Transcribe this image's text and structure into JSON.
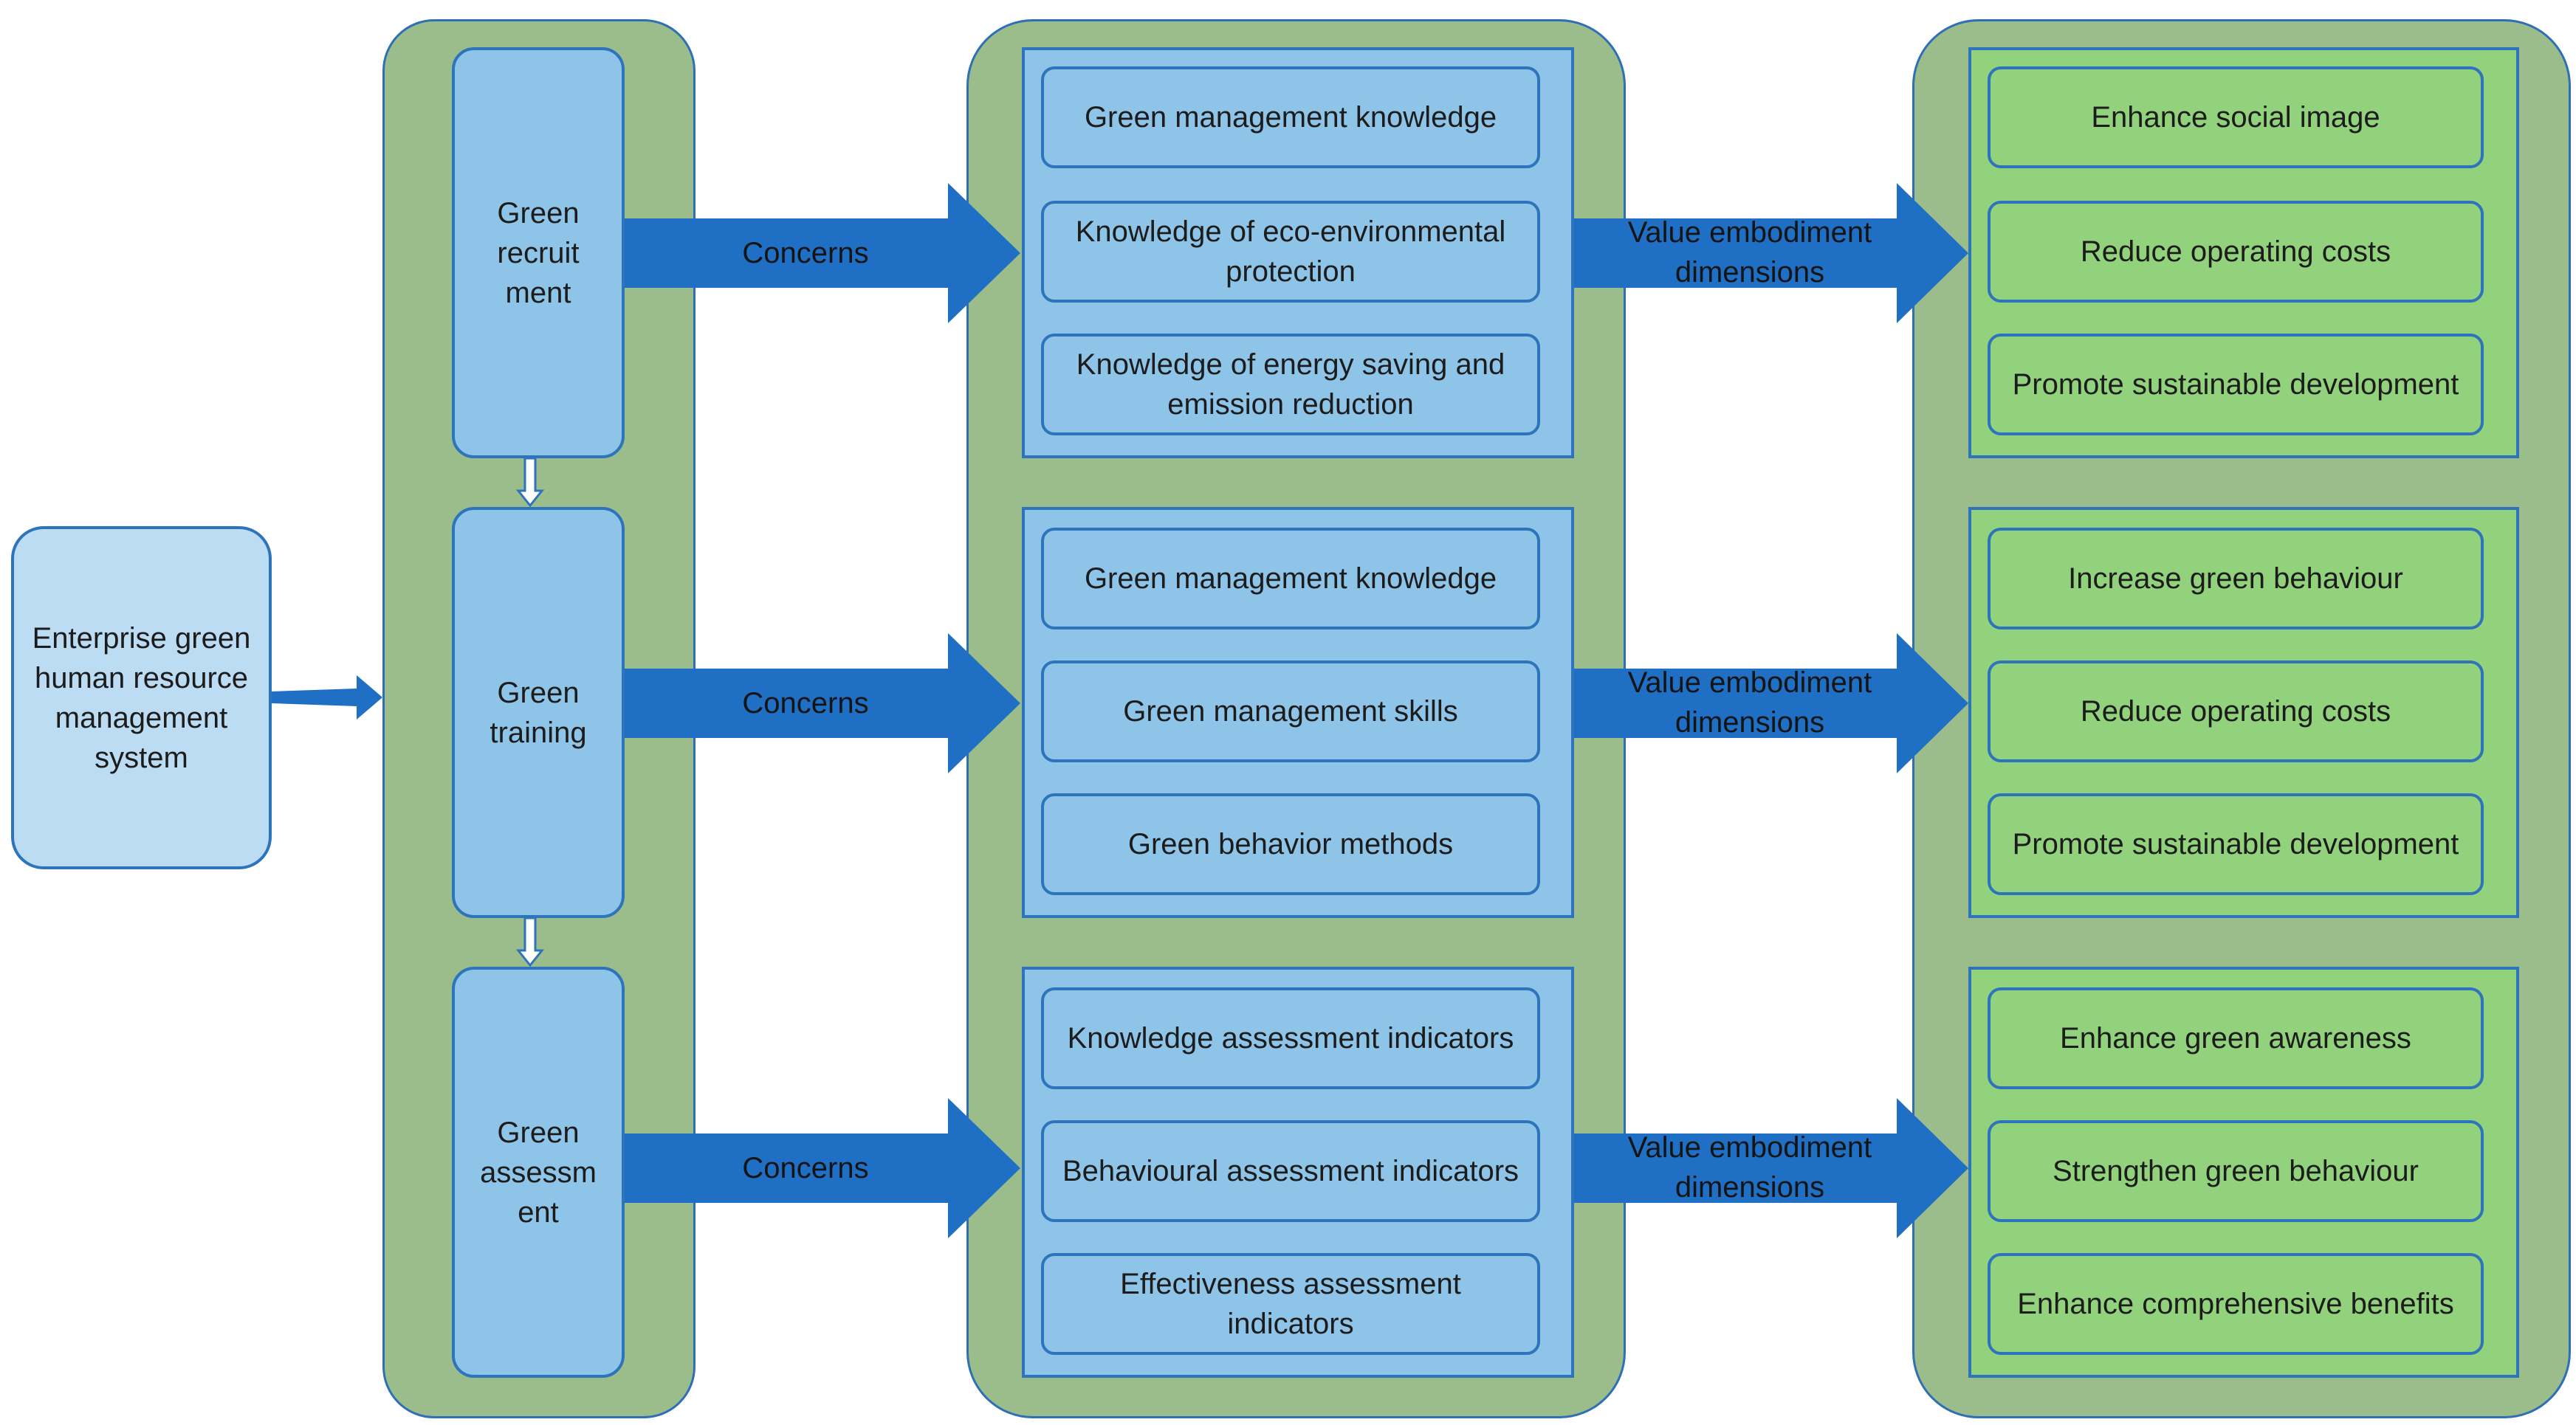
{
  "entry": "Enterprise green human resource management system",
  "stages": [
    {
      "label": "Green recruit ment"
    },
    {
      "label": "Green training"
    },
    {
      "label": "Green assessm ent"
    }
  ],
  "connector_labels": {
    "concerns": "Concerns",
    "value": "Value embodiment dimensions"
  },
  "concern_groups": [
    {
      "items": [
        "Green management knowledge",
        "Knowledge of eco-environmental protection",
        "Knowledge of energy saving and emission reduction"
      ]
    },
    {
      "items": [
        "Green management knowledge",
        "Green management skills",
        "Green behavior methods"
      ]
    },
    {
      "items": [
        "Knowledge assessment indicators",
        "Behavioural assessment indicators",
        "Effectiveness assessment indicators"
      ]
    }
  ],
  "value_groups": [
    {
      "items": [
        "Enhance social image",
        "Reduce operating costs",
        "Promote sustainable development"
      ]
    },
    {
      "items": [
        "Increase green behaviour",
        "Reduce operating costs",
        "Promote sustainable development"
      ]
    },
    {
      "items": [
        "Enhance green awareness",
        "Strengthen green behaviour",
        "Enhance comprehensive benefits"
      ]
    }
  ],
  "colors": {
    "panel": "#9bbd8c",
    "blue_box": "#8ec4e8",
    "green_box": "#92d27c",
    "entry_box": "#bcdcf3",
    "arrow": "#1f6fc5",
    "border": "#2e74bd"
  }
}
